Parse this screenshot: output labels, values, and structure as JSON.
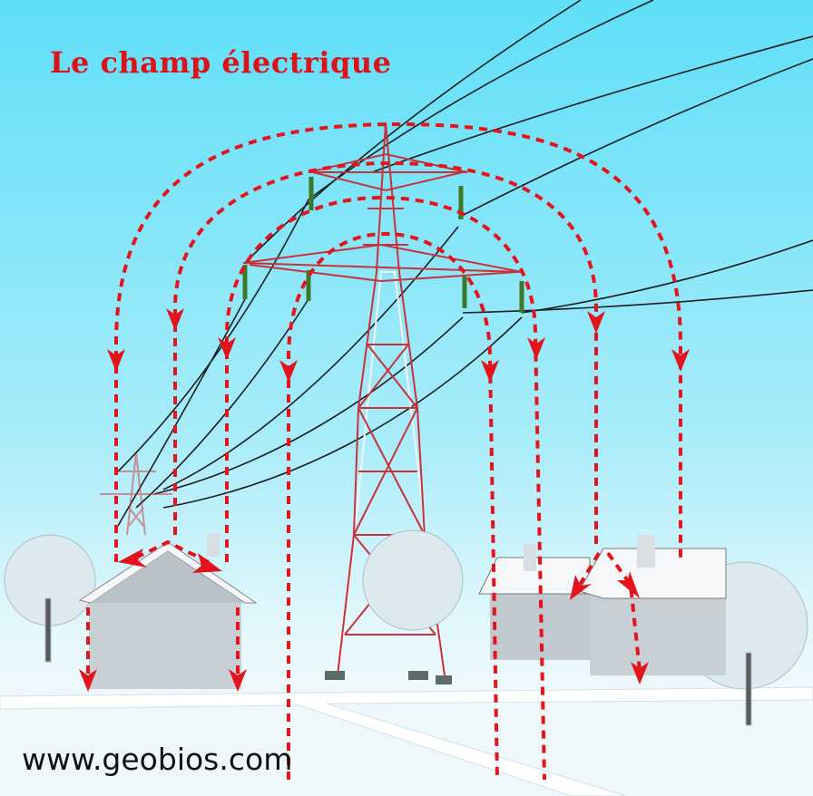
{
  "title": "Le champ électrique",
  "watermark": "www.geobios.com",
  "colors": {
    "field": "#e3141b",
    "sky_top": "#5fdff8",
    "tower": "#c8323a"
  },
  "icons": [
    "electric-pylon",
    "house",
    "tree",
    "field-arrow"
  ]
}
